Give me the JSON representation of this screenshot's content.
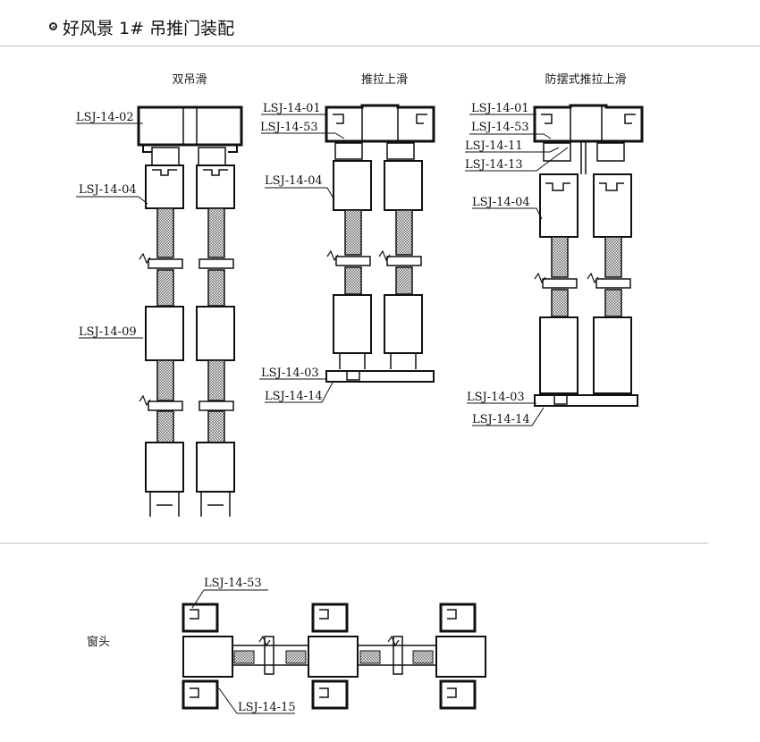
{
  "title": "好风景 1# 吊推门装配",
  "sections": {
    "double_hang": {
      "heading": "双吊滑",
      "labels": [
        "LSJ-14-02",
        "LSJ-14-04",
        "LSJ-14-09"
      ]
    },
    "push_pull_top": {
      "heading": "推拉上滑",
      "labels": [
        "LSJ-14-01",
        "LSJ-14-53",
        "LSJ-14-04",
        "LSJ-14-03",
        "LSJ-14-14"
      ]
    },
    "anti_swing": {
      "heading": "防摆式推拉上滑",
      "labels": [
        "LSJ-14-01",
        "LSJ-14-53",
        "LSJ-14-11",
        "LSJ-14-13",
        "LSJ-14-04",
        "LSJ-14-03",
        "LSJ-14-14"
      ]
    },
    "window_head": {
      "heading": "窗头",
      "labels": [
        "LSJ-14-53",
        "LSJ-14-15"
      ]
    }
  },
  "colors": {
    "ink": "#1a1a1a",
    "divider": "#bdbdbd",
    "hatch": "#888888"
  }
}
